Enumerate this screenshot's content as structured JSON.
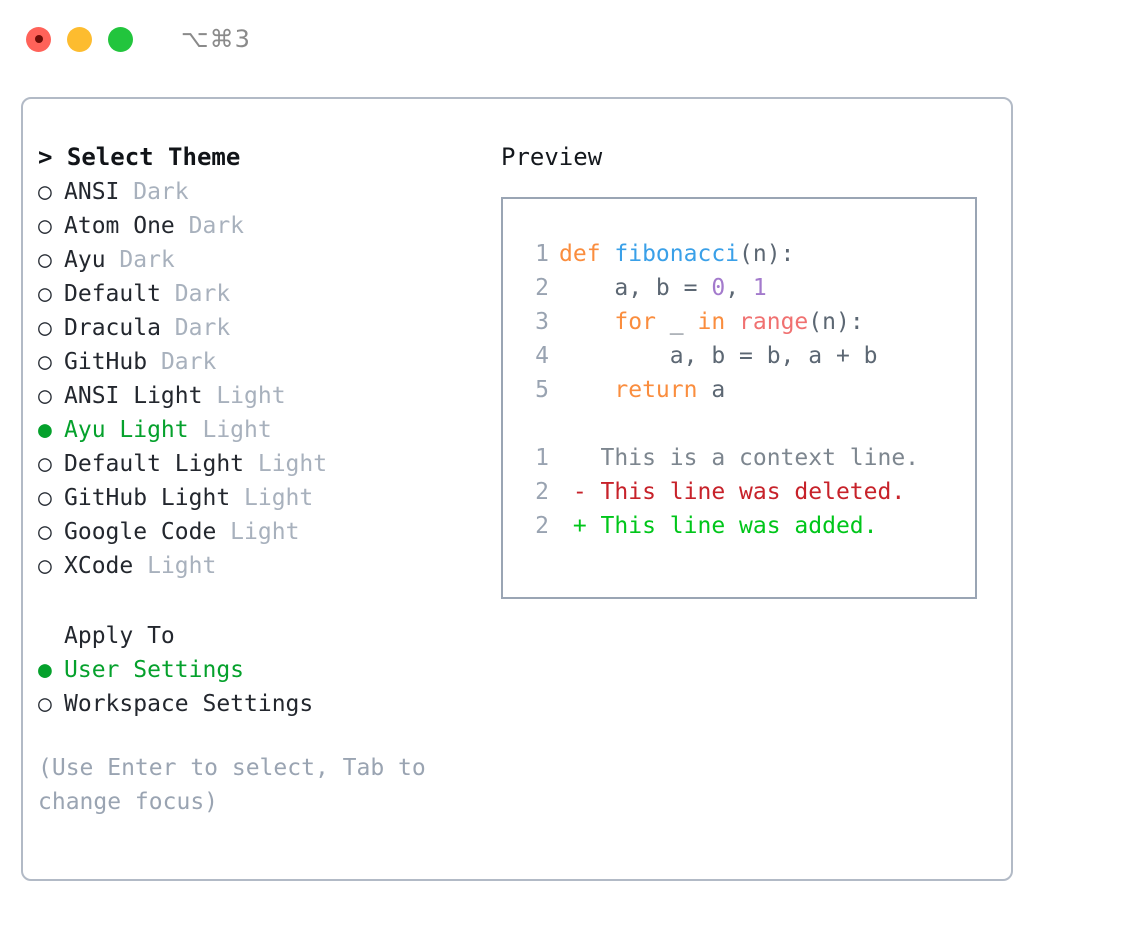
{
  "titlebar": {
    "buttons": [
      "close",
      "minimize",
      "maximize"
    ],
    "shortcut": "⌥⌘3"
  },
  "theme_picker": {
    "header": "> Select Theme",
    "options": [
      {
        "name": "ANSI",
        "variant": "Dark",
        "selected": false
      },
      {
        "name": "Atom One",
        "variant": "Dark",
        "selected": false
      },
      {
        "name": "Ayu",
        "variant": "Dark",
        "selected": false
      },
      {
        "name": "Default",
        "variant": "Dark",
        "selected": false
      },
      {
        "name": "Dracula",
        "variant": "Dark",
        "selected": false
      },
      {
        "name": "GitHub",
        "variant": "Dark",
        "selected": false
      },
      {
        "name": "ANSI Light",
        "variant": "Light",
        "selected": false
      },
      {
        "name": "Ayu Light",
        "variant": "Light",
        "selected": true
      },
      {
        "name": "Default Light",
        "variant": "Light",
        "selected": false
      },
      {
        "name": "GitHub Light",
        "variant": "Light",
        "selected": false
      },
      {
        "name": "Google Code",
        "variant": "Light",
        "selected": false
      },
      {
        "name": "XCode",
        "variant": "Light",
        "selected": false
      }
    ]
  },
  "apply_to": {
    "title": "Apply To",
    "options": [
      {
        "label": "User Settings",
        "selected": true
      },
      {
        "label": "Workspace Settings",
        "selected": false
      }
    ]
  },
  "hint": "(Use Enter to select, Tab to change focus)",
  "preview": {
    "label": "Preview",
    "code": [
      {
        "gutter": "1",
        "tokens": [
          {
            "t": "def ",
            "c": "kw"
          },
          {
            "t": "fibonacci",
            "c": "fn"
          },
          {
            "t": "(n):",
            "c": "pl"
          }
        ]
      },
      {
        "gutter": "2",
        "tokens": [
          {
            "t": "    a, b = ",
            "c": "pl"
          },
          {
            "t": "0",
            "c": "num"
          },
          {
            "t": ", ",
            "c": "pl"
          },
          {
            "t": "1",
            "c": "num"
          }
        ]
      },
      {
        "gutter": "3",
        "tokens": [
          {
            "t": "    for ",
            "c": "kw"
          },
          {
            "t": "_ ",
            "c": "pl"
          },
          {
            "t": "in ",
            "c": "kw"
          },
          {
            "t": "range",
            "c": "bi"
          },
          {
            "t": "(n):",
            "c": "pl"
          }
        ]
      },
      {
        "gutter": "4",
        "tokens": [
          {
            "t": "        a, b = b, a + b",
            "c": "pl"
          }
        ]
      },
      {
        "gutter": "5",
        "tokens": [
          {
            "t": "    return ",
            "c": "kw"
          },
          {
            "t": "a",
            "c": "pl"
          }
        ]
      }
    ],
    "diff": [
      {
        "gutter": "1",
        "sign": "  ",
        "text": "This is a context line.",
        "kind": "ctx"
      },
      {
        "gutter": "2",
        "sign": "- ",
        "text": "This line was deleted.",
        "kind": "del"
      },
      {
        "gutter": "2",
        "sign": "+ ",
        "text": "This line was added.",
        "kind": "add"
      }
    ]
  },
  "colors": {
    "accent_green": "#05a12c",
    "keyword": "#fa8d3e",
    "function": "#3aa0e8",
    "number": "#a37acc",
    "builtin": "#f07171",
    "plain": "#5c6773",
    "gutter": "#99a3b1",
    "dim": "#a8b1bd",
    "diff_added": "#00c61a",
    "diff_deleted": "#c7222a",
    "border": "#b2bac6"
  }
}
